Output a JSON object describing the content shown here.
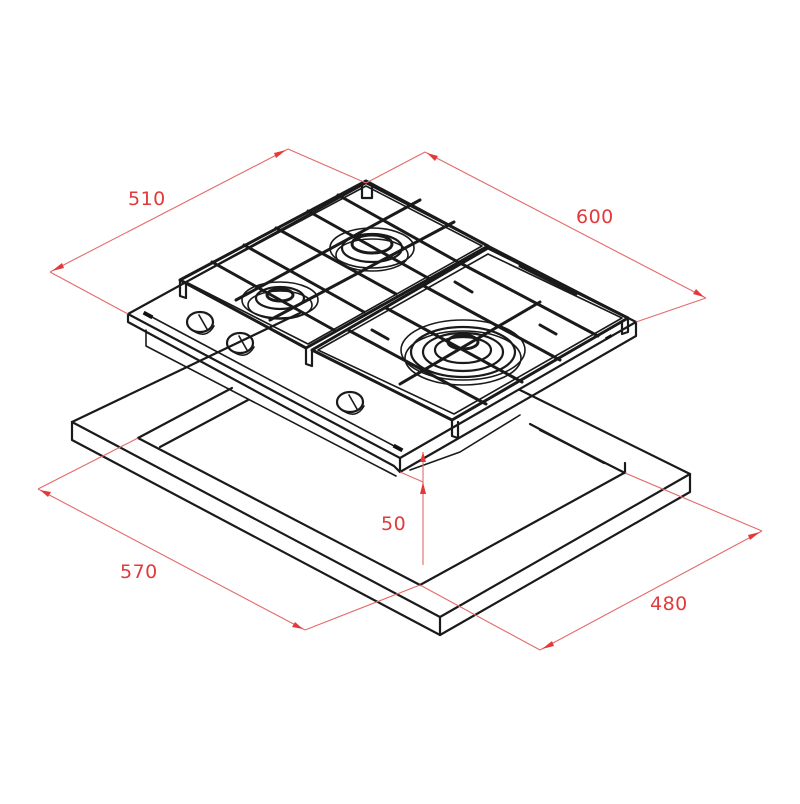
{
  "diagram": {
    "subject": "built-in gas hob installation dimensions",
    "units": "mm",
    "colors": {
      "dimension_lines": "#e36a6a",
      "dimension_text": "#e23a3a",
      "outline": "#1a1a1a",
      "background": "#ffffff"
    },
    "dimensions": {
      "hob_depth": "510",
      "hob_width": "600",
      "cutout_width": "570",
      "cutout_depth": "480",
      "installation_height": "50"
    },
    "components": {
      "burners": 3,
      "control_knobs": 3,
      "grates": 2
    }
  }
}
